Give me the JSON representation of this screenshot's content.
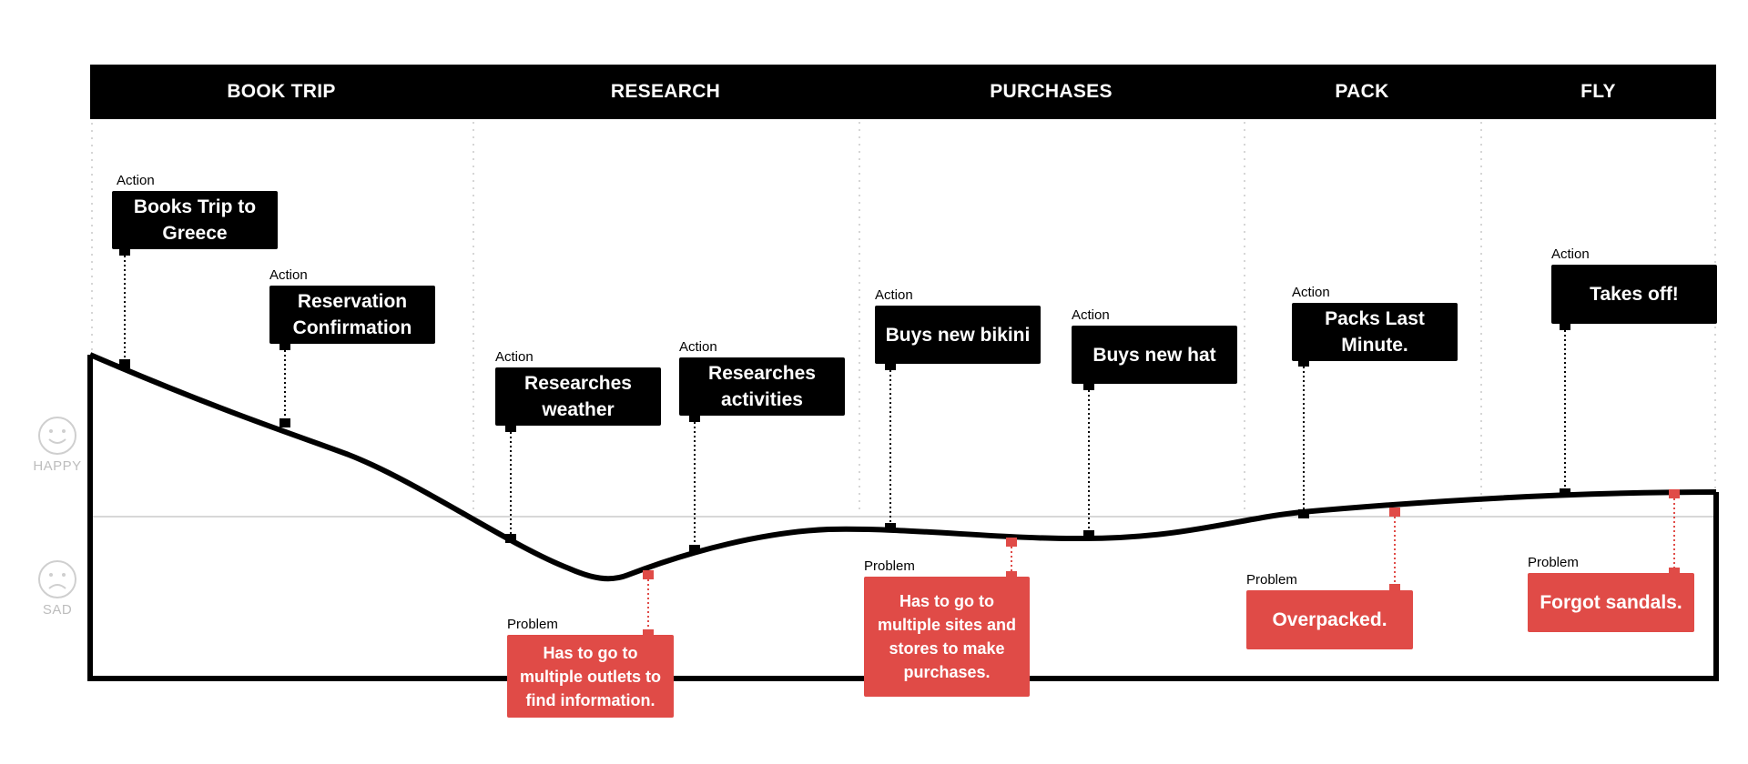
{
  "stages": [
    "BOOK TRIP",
    "RESEARCH",
    "PURCHASES",
    "PACK",
    "FLY"
  ],
  "moods": {
    "happy": "HAPPY",
    "sad": "SAD"
  },
  "tags": {
    "action": "Action",
    "problem": "Problem"
  },
  "actions": [
    {
      "text": "Books Trip to Greece",
      "stage": "BOOK TRIP"
    },
    {
      "text": "Reservation Confirmation",
      "stage": "BOOK TRIP"
    },
    {
      "text": "Researches weather",
      "stage": "RESEARCH"
    },
    {
      "text": "Researches activities",
      "stage": "RESEARCH"
    },
    {
      "text": "Buys new bikini",
      "stage": "PURCHASES"
    },
    {
      "text": "Buys new hat",
      "stage": "PURCHASES"
    },
    {
      "text": "Packs Last Minute.",
      "stage": "PACK"
    },
    {
      "text": "Takes off!",
      "stage": "FLY"
    }
  ],
  "problems": [
    {
      "text": "Has to go to multiple outlets to find information.",
      "stage": "RESEARCH"
    },
    {
      "text": "Has to go to multiple sites and stores to make purchases.",
      "stage": "PURCHASES"
    },
    {
      "text": "Overpacked.",
      "stage": "PACK"
    },
    {
      "text": "Forgot sandals.",
      "stage": "FLY"
    }
  ],
  "colors": {
    "action": "#000000",
    "problem": "#e04b47",
    "mood_label": "#bdbdbd",
    "baseline": "#cccccc"
  }
}
